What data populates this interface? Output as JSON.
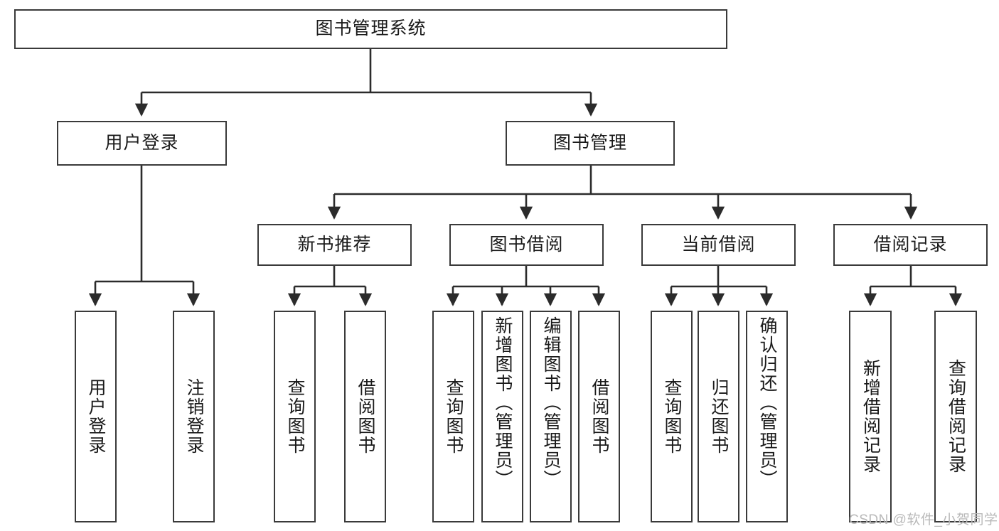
{
  "diagram": {
    "type": "tree-hierarchy",
    "title": "图书管理系统",
    "root": {
      "label": "图书管理系统"
    },
    "level2": [
      {
        "label": "用户登录"
      },
      {
        "label": "图书管理"
      }
    ],
    "level3": [
      {
        "label": "新书推荐"
      },
      {
        "label": "图书借阅"
      },
      {
        "label": "当前借阅"
      },
      {
        "label": "借阅记录"
      }
    ],
    "leaves": {
      "user_login": [
        {
          "label": "用户登录"
        },
        {
          "label": "注销登录"
        }
      ],
      "new_book_recommend": [
        {
          "label": "查询图书"
        },
        {
          "label": "借阅图书"
        }
      ],
      "book_borrow": [
        {
          "label": "查询图书"
        },
        {
          "label": "新增图书（管理员）"
        },
        {
          "label": "编辑图书（管理员）"
        },
        {
          "label": "借阅图书"
        }
      ],
      "current_borrow": [
        {
          "label": "查询图书"
        },
        {
          "label": "归还图书"
        },
        {
          "label": "确认归还（管理员）"
        }
      ],
      "borrow_record": [
        {
          "label": "新增借阅记录"
        },
        {
          "label": "查询借阅记录"
        }
      ]
    }
  },
  "watermark": {
    "text": "CSDN @软件_小贺同学"
  },
  "colors": {
    "box_border": "#3a3a3a",
    "box_fill": "#ffffff",
    "text": "#1a1a1a",
    "connector": "#2b2b2b",
    "watermark": "#b9b9b9",
    "background": "#ffffff"
  }
}
